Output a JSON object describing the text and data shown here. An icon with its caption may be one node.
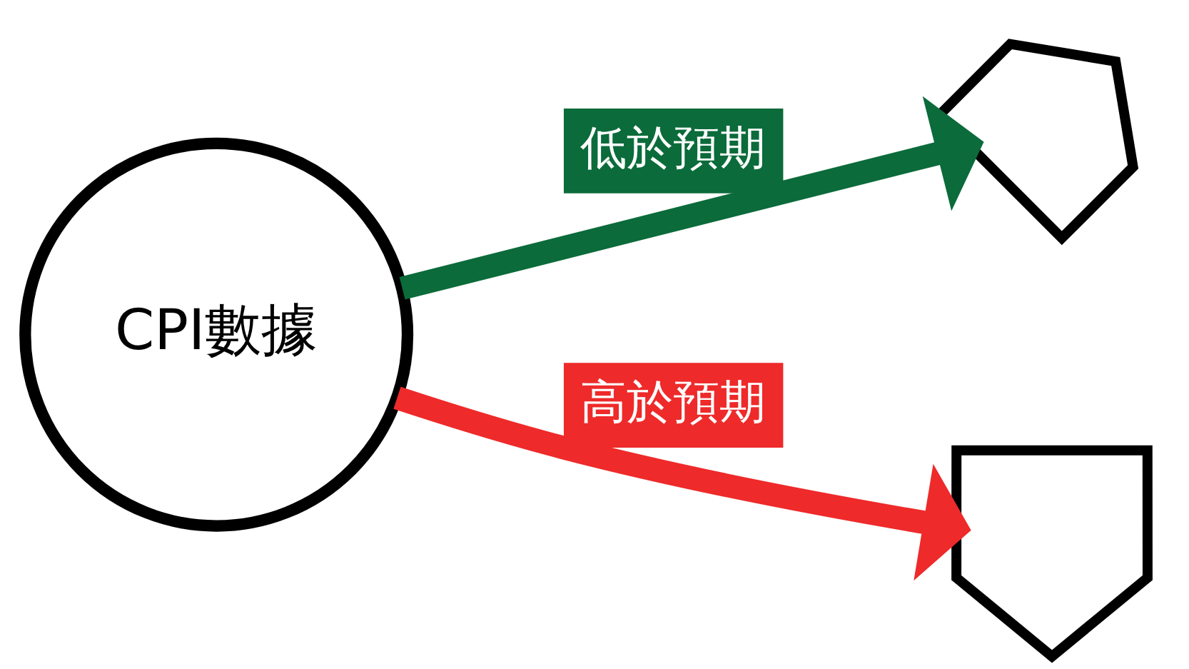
{
  "diagram": {
    "nodes": [
      {
        "text": [
          "CPI數據"
        ]
      },
      {
        "text": [],
        "shape": "picture"
      },
      {
        "text": [],
        "shape": "picture"
      }
    ],
    "edges": [
      {
        "from": 0,
        "to": 1,
        "arrow": "to",
        "label": "低於預期",
        "color": "#0b6b3a"
      },
      {
        "from": 0,
        "to": 2,
        "arrow": "to",
        "label": "高於預期",
        "color": "#ee2a2a"
      }
    ]
  }
}
